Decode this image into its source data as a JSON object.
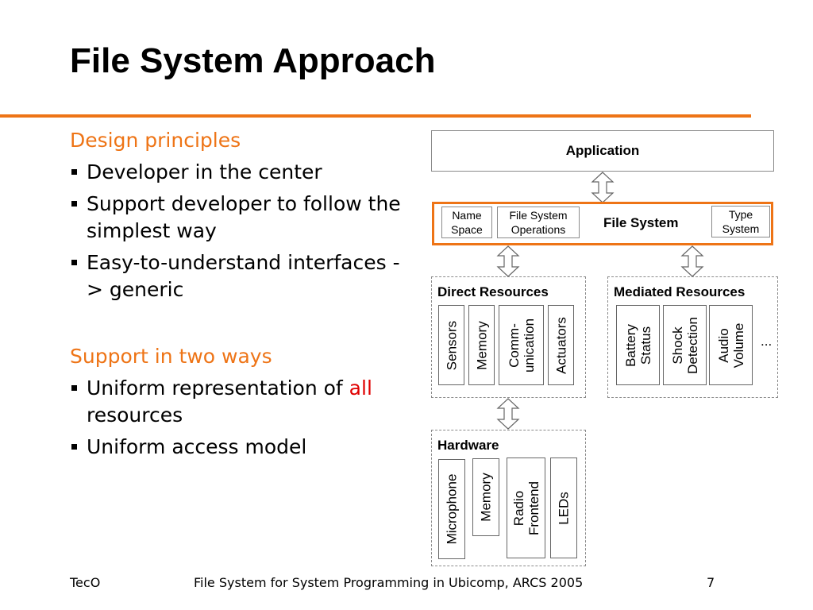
{
  "slide": {
    "title": "File System Approach",
    "footer": {
      "left": "TecO",
      "center": "File System for System Programming in Ubicomp, ARCS 2005",
      "page": "7"
    }
  },
  "left": {
    "heading1": "Design principles",
    "bullets1": [
      "Developer in the center",
      "Support developer to follow the simplest way",
      "Easy-to-understand interfaces -> generic"
    ],
    "heading2": "Support in two ways",
    "bullet2_1_a": "Uniform representation of ",
    "bullet2_1_red": "all",
    "bullet2_1_b": " resources",
    "bullet2_2": "Uniform access model"
  },
  "diagram": {
    "application": "Application",
    "file_system": {
      "label": "File System",
      "name_space": [
        "Name",
        "Space"
      ],
      "operations": [
        "File System",
        "Operations"
      ],
      "type_system": [
        "Type",
        "System"
      ]
    },
    "direct": {
      "title": "Direct Resources",
      "items": [
        "Sensors",
        "Memory",
        "Comm-\nunication",
        "Actuators"
      ]
    },
    "mediated": {
      "title": "Mediated Resources",
      "items": [
        "Battery\nStatus",
        "Shock\nDetection",
        "Audio\nVolume"
      ],
      "ellipsis": "..."
    },
    "hardware": {
      "title": "Hardware",
      "items": [
        "Microphone",
        "Memory",
        "Radio\nFrontend",
        "LEDs"
      ]
    },
    "colors": {
      "accent": "#ee7416",
      "highlight": "#e00000"
    }
  }
}
